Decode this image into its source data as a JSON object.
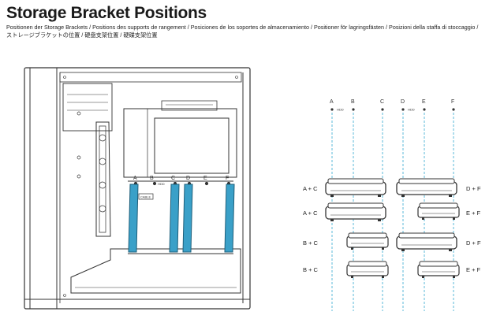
{
  "title": "Storage Bracket Positions",
  "subtitle_line1": "Positionen der Storage Brackets / Positions des supports de rangement / Posiciones de los soportes de almacenamiento / Positioner för lagringsfästen / Posizioni della staffa di stoccaggio /",
  "subtitle_line2": "ストレージブラケットの位置 / 硬盘支架位置 / 硬碟支架位置",
  "case_labels": [
    "A",
    "B",
    "C",
    "D",
    "E",
    "F"
  ],
  "case_tags": {
    "hdd": "HDD",
    "cable": "CABLE"
  },
  "diagram_labels": [
    "A",
    "B",
    "C",
    "D",
    "E",
    "F"
  ],
  "hdd_tag": "HDD",
  "combos": {
    "left": [
      "A + C",
      "A + C",
      "B + C",
      "B + C"
    ],
    "right": [
      "D + F",
      "E + F",
      "D + F",
      "E + F"
    ]
  },
  "colors": {
    "bracket": "#3aa0c8",
    "guide": "#5bb8d8",
    "line": "#333333"
  }
}
